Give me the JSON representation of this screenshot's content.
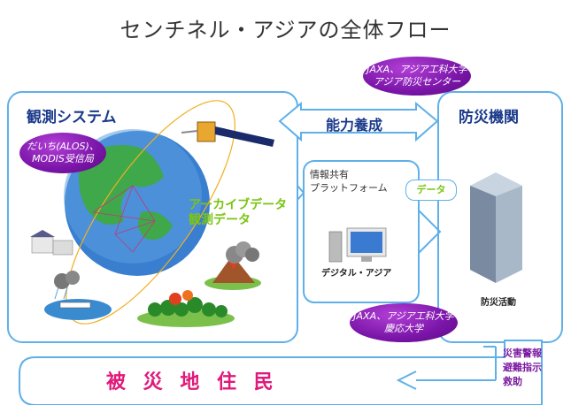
{
  "title": "センチネル・アジアの全体フロー",
  "observation_panel": {
    "label": "観測システム",
    "bubble": [
      "だいち(ALOS)、",
      "MODIS受信局"
    ],
    "archive_text": [
      "アーカイブデータ",
      "観測データ"
    ]
  },
  "capacity": {
    "label": "能力養成",
    "bubble": [
      "JAXA、アジア工科大学",
      "アジア防災センター"
    ]
  },
  "info_panel": {
    "label": [
      "情報共有",
      "プラットフォーム"
    ],
    "data_tag": "データ",
    "digital_asia": "デジタル・アジア",
    "bubble": [
      "JAXA、アジア工科大学",
      "慶応大学"
    ]
  },
  "disaster_agency": {
    "label": "防災機関",
    "activity": "防災活動"
  },
  "residents": {
    "label": "被 災 地 住 民"
  },
  "side_labels": [
    "災害警報",
    "避難指示",
    "救助"
  ],
  "colors": {
    "panel_border": "#5fb0e8",
    "bubble": "#8a1ab8",
    "residents_text": "#e0197a",
    "archive_text": "#7ac414"
  }
}
